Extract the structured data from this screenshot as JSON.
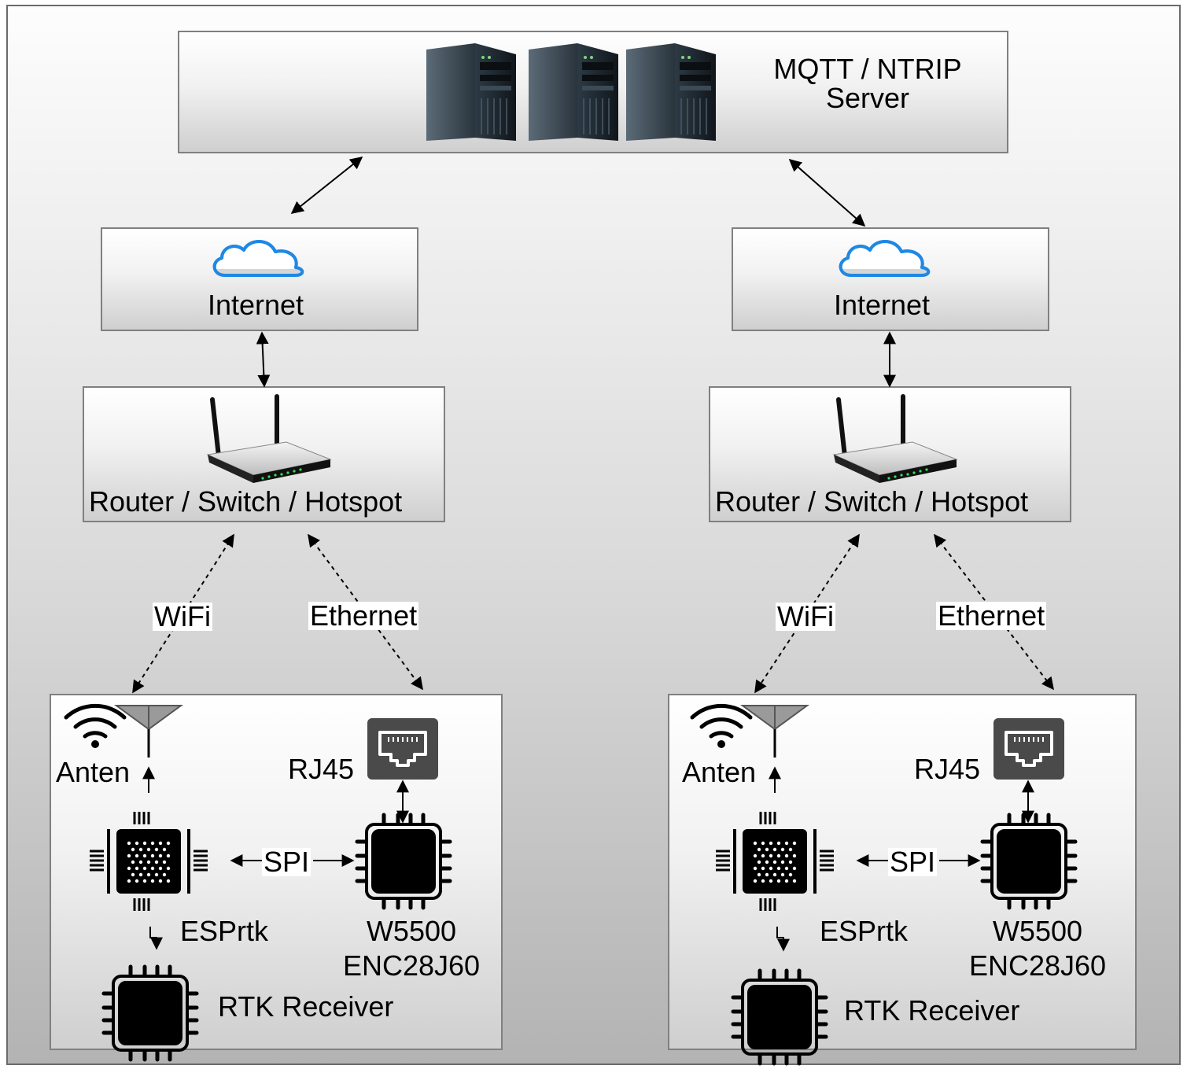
{
  "server": {
    "line1": "MQTT / NTRIP",
    "line2": "Server"
  },
  "left": {
    "internet": "Internet",
    "router": "Router / Switch / Hotspot",
    "links": {
      "wifi": "WiFi",
      "ethernet": "Ethernet"
    },
    "device": {
      "anten": "Anten",
      "rj45": "RJ45",
      "spi": "SPI",
      "mcu": "ESPrtk",
      "eth_chip_1": "W5500",
      "eth_chip_2": "ENC28J60",
      "rtk": "RTK Receiver"
    }
  },
  "right": {
    "internet": "Internet",
    "router": "Router / Switch / Hotspot",
    "links": {
      "wifi": "WiFi",
      "ethernet": "Ethernet"
    },
    "device": {
      "anten": "Anten",
      "rj45": "RJ45",
      "spi": "SPI",
      "mcu": "ESPrtk",
      "eth_chip_1": "W5500",
      "eth_chip_2": "ENC28J60",
      "rtk": "RTK Receiver"
    }
  },
  "colors": {
    "cloud": "#1e88e5",
    "rj45_bg": "#4a4a4a",
    "box_border": "#808080"
  }
}
